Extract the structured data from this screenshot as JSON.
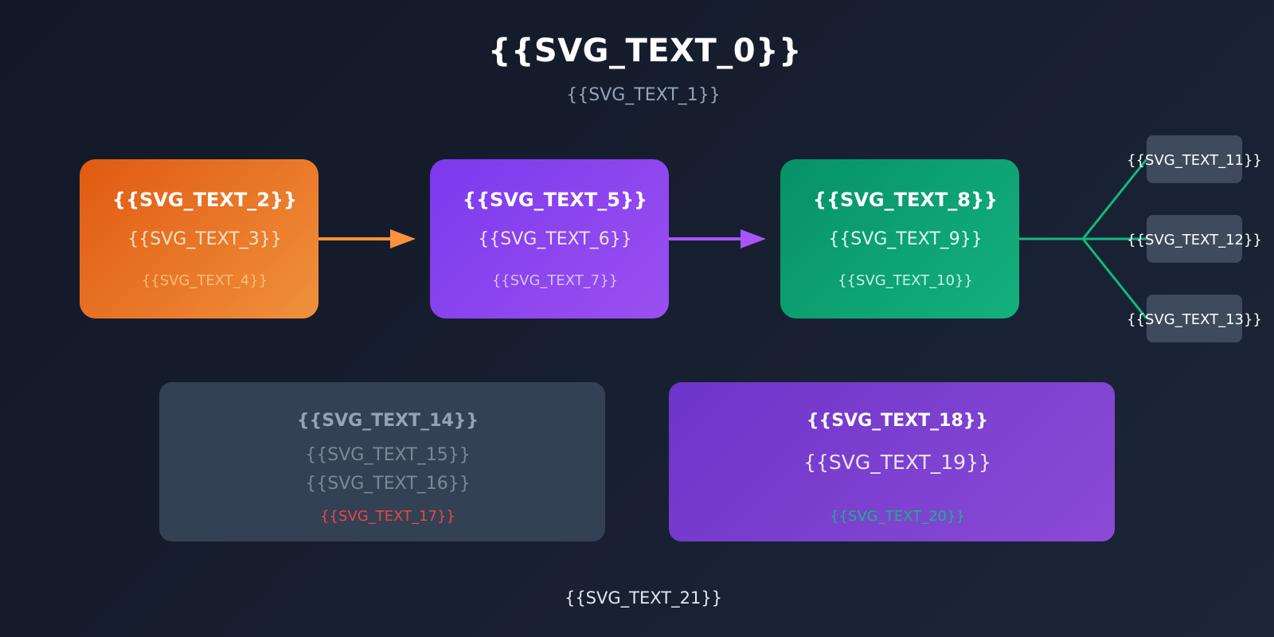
{
  "diagram": {
    "title": "{{SVG_TEXT_0}}",
    "subtitle": "{{SVG_TEXT_1}}",
    "stages": [
      {
        "title": "{{SVG_TEXT_2}}",
        "line1": "{{SVG_TEXT_3}}",
        "line2": "{{SVG_TEXT_4}}",
        "color": "#ea6f24"
      },
      {
        "title": "{{SVG_TEXT_5}}",
        "line1": "{{SVG_TEXT_6}}",
        "line2": "{{SVG_TEXT_7}}",
        "color": "#8b44ee"
      },
      {
        "title": "{{SVG_TEXT_8}}",
        "line1": "{{SVG_TEXT_9}}",
        "line2": "{{SVG_TEXT_10}}",
        "color": "#0ea271"
      }
    ],
    "outputs": [
      "{{SVG_TEXT_11}}",
      "{{SVG_TEXT_12}}",
      "{{SVG_TEXT_13}}"
    ],
    "left_card": {
      "title": "{{SVG_TEXT_14}}",
      "line1": "{{SVG_TEXT_15}}",
      "line2": "{{SVG_TEXT_16}}",
      "highlight": "{{SVG_TEXT_17}}",
      "highlight_color": "#ef4444"
    },
    "right_card": {
      "title": "{{SVG_TEXT_18}}",
      "line1": "{{SVG_TEXT_19}}",
      "highlight": "{{SVG_TEXT_20}}",
      "highlight_color": "#10b981"
    },
    "footer": "{{SVG_TEXT_21}}",
    "colors": {
      "background": "#111827",
      "arrow_orange": "#fb923c",
      "arrow_purple": "#a855f7",
      "branch_green": "#10b981",
      "leaf_box": "#3f4b5d"
    }
  }
}
